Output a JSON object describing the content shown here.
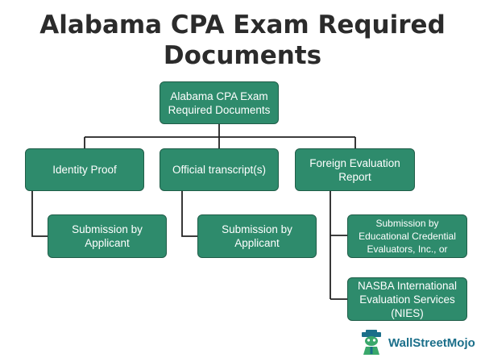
{
  "title": {
    "line1": "Alabama CPA Exam Required",
    "line2": "Documents"
  },
  "root": {
    "line1": "Alabama CPA Exam",
    "line2": "Required Documents"
  },
  "categories": [
    {
      "line1": "Identity Proof",
      "line2": ""
    },
    {
      "line1": "Official transcript(s)",
      "line2": ""
    },
    {
      "line1": "Foreign Evaluation",
      "line2": "Report"
    }
  ],
  "children": {
    "identity": {
      "line1": "Submission by",
      "line2": "Applicant"
    },
    "transcript": {
      "line1": "Submission by",
      "line2": "Applicant"
    },
    "foreign_1": {
      "line1": "Submission by",
      "line2": "Educational Credential",
      "line3": "Evaluators, Inc., or"
    },
    "foreign_2": {
      "line1": "NASBA International",
      "line2": "Evaluation Services",
      "line3": "(NIES)"
    }
  },
  "logo": {
    "text": "WallStreetMojo",
    "icon": "wallstreetmojo-logo-icon"
  },
  "colors": {
    "node_fill": "#2e8b6c",
    "node_border": "#1f5d48",
    "connector": "#222222",
    "title": "#2b2b2b"
  }
}
